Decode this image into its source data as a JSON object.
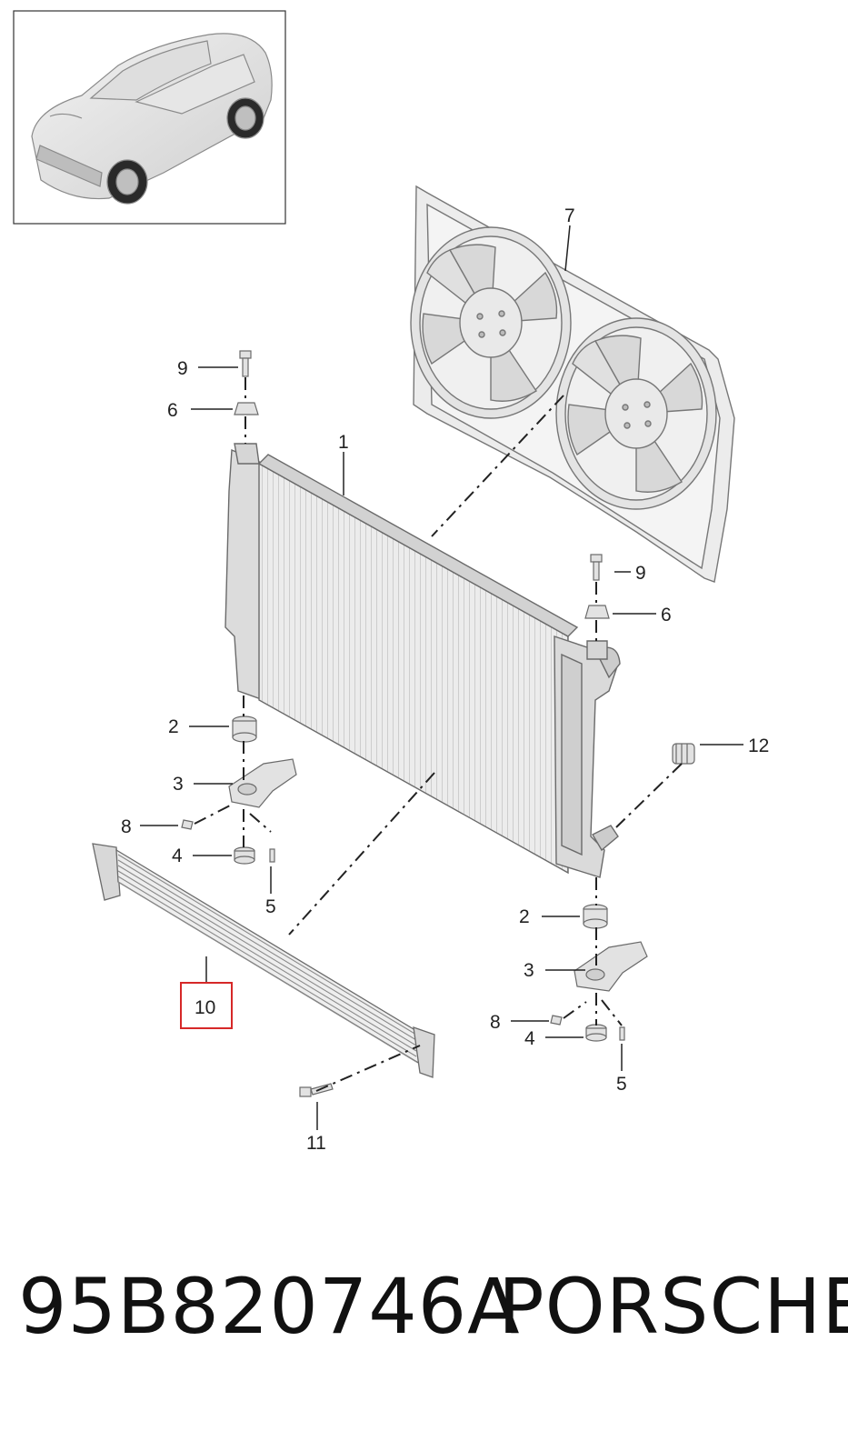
{
  "footer": {
    "part_number": "95B820746A",
    "brand": "PORSCHE"
  },
  "callouts": {
    "c1": "1",
    "c2a": "2",
    "c2b": "2",
    "c3a": "3",
    "c3b": "3",
    "c4a": "4",
    "c4b": "4",
    "c5a": "5",
    "c5b": "5",
    "c6a": "6",
    "c6b": "6",
    "c7": "7",
    "c8a": "8",
    "c8b": "8",
    "c9a": "9",
    "c9b": "9",
    "c10": "10",
    "c11": "11",
    "c12": "12"
  },
  "colors": {
    "highlight_box": "#d62828",
    "part_line": "#6a6a6a",
    "part_fill": "#e8e8e8"
  }
}
